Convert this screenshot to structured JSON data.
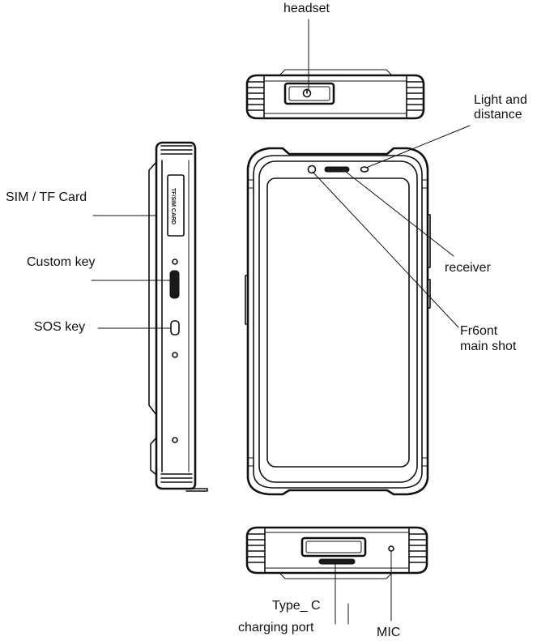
{
  "labels": {
    "headset": "headset",
    "light_distance_1": "Light and",
    "light_distance_2": "distance",
    "sim_tf": "SIM / TF Card",
    "custom_key": "Custom key",
    "sos_key": "SOS key",
    "receiver": "receiver",
    "front_shot_1": "Fr6ont",
    "front_shot_2": "main shot",
    "type_c_1": "Type_ C",
    "type_c_2": "charging port",
    "mic": "MIC",
    "slot_text": "TF/SIM CARD"
  }
}
